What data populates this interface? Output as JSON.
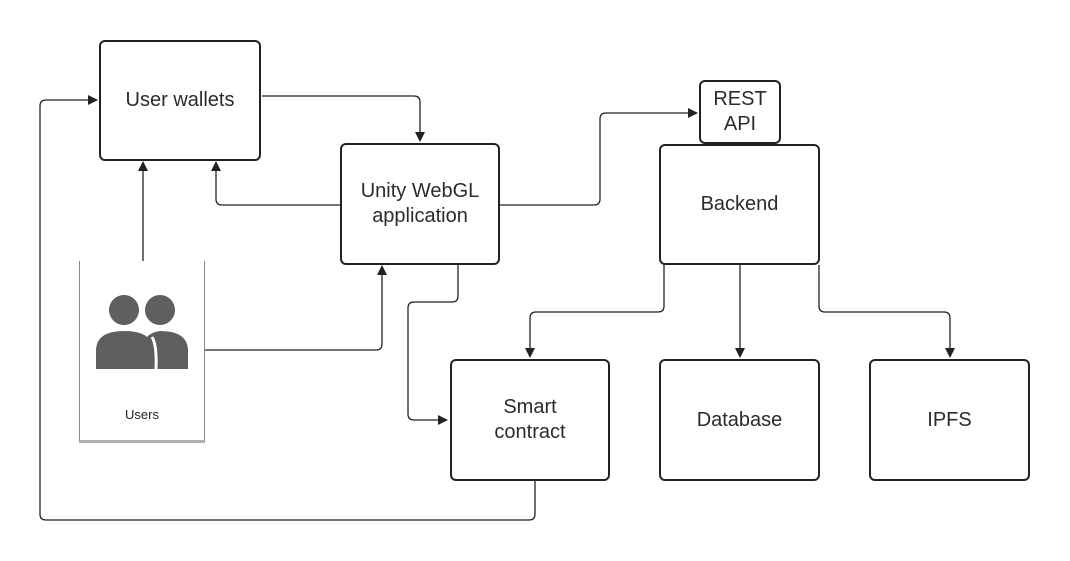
{
  "diagram": {
    "nodes": {
      "user_wallets": "User wallets",
      "unity_webgl": "Unity WebGL application",
      "rest_api": "REST API",
      "backend": "Backend",
      "smart_contract": "Smart contract",
      "database": "Database",
      "ipfs": "IPFS",
      "users": "Users"
    },
    "icons": {
      "users": "users-group-icon"
    },
    "edges": [
      {
        "from": "user_wallets",
        "to": "unity_webgl"
      },
      {
        "from": "unity_webgl",
        "to": "user_wallets"
      },
      {
        "from": "users",
        "to": "user_wallets"
      },
      {
        "from": "users",
        "to": "unity_webgl"
      },
      {
        "from": "unity_webgl",
        "to": "rest_api"
      },
      {
        "from": "unity_webgl",
        "to": "smart_contract"
      },
      {
        "from": "smart_contract",
        "to": "user_wallets"
      },
      {
        "from": "backend",
        "to": "smart_contract"
      },
      {
        "from": "backend",
        "to": "database"
      },
      {
        "from": "backend",
        "to": "ipfs"
      }
    ],
    "colors": {
      "stroke": "#222222",
      "icon": "#5f5f5f",
      "text": "#2b2b2b"
    }
  }
}
